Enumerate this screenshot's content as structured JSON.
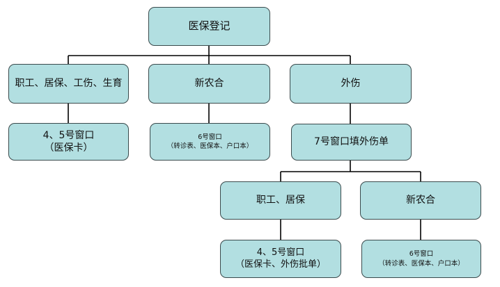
{
  "diagram": {
    "root": "医保登记",
    "branch_employee": {
      "label": "职工、居保、工伤、生育",
      "detail": [
        "4、5号窗口",
        "（医保卡）"
      ]
    },
    "branch_rural": {
      "label": "新农合",
      "detail": [
        "6号窗口",
        "（转诊表、医保本、户口本）"
      ]
    },
    "branch_injury": {
      "label": "外伤",
      "detail": "7号窗口填外伤单",
      "sub_employee": {
        "label": "职工、居保",
        "detail": [
          "4、5号窗口",
          "（医保卡、外伤批单）"
        ]
      },
      "sub_rural": {
        "label": "新农合",
        "detail": [
          "6号窗口",
          "（转诊表、医保本、户口本）"
        ]
      }
    }
  },
  "colors": {
    "node_fill": "#b2dfe1",
    "node_border": "#3a4a4c",
    "connector": "#000000"
  }
}
